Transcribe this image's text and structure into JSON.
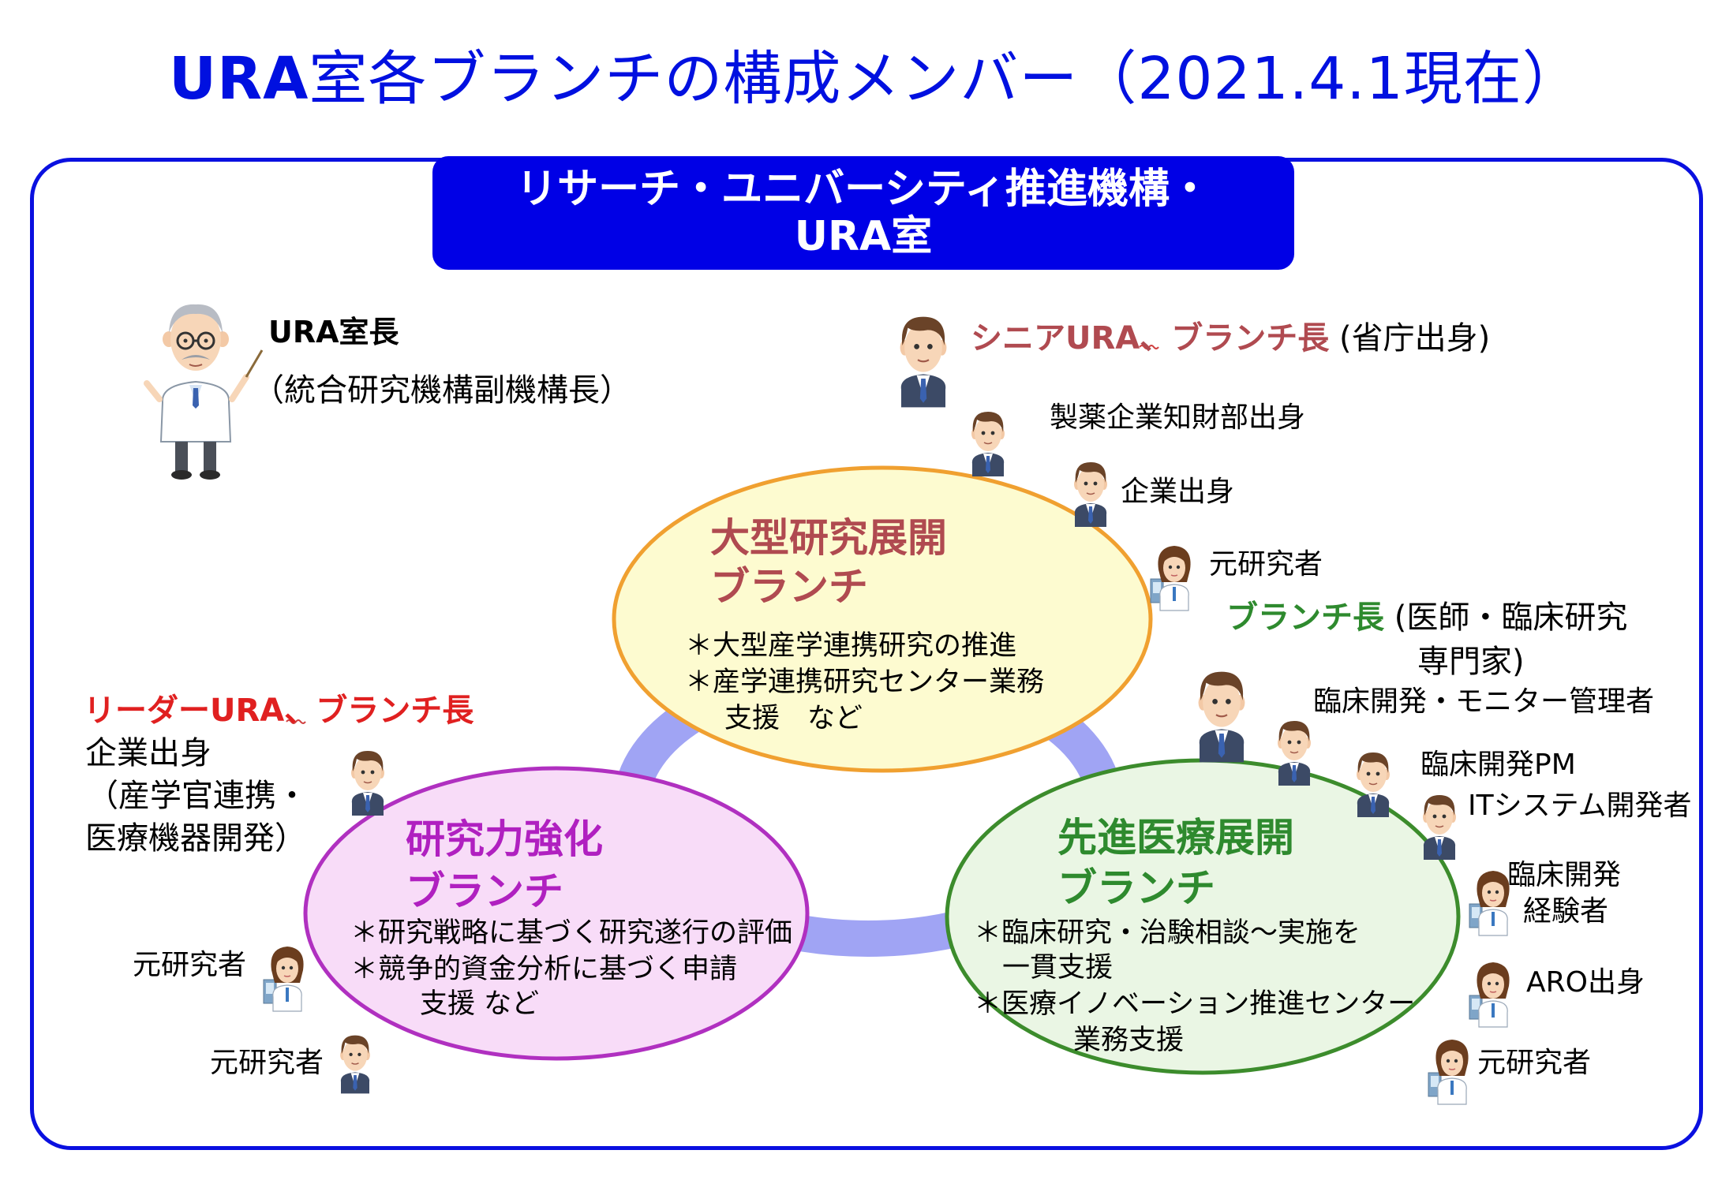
{
  "title": {
    "strong": "URA",
    "rest": "室各ブランチの構成メンバー（2021.4.1現在）"
  },
  "org": {
    "line1": "リサーチ・ユニバーシティ推進機構・",
    "line2": "URA室"
  },
  "head": {
    "title": "URA室長",
    "subtitle": "（統合研究機構副機構長）"
  },
  "branches": {
    "large": {
      "title1": "大型研究展開",
      "title2": "ブランチ",
      "desc1": "＊大型産学連携研究の推進",
      "desc2": "＊産学連携研究センター業務",
      "desc3": "支援　など"
    },
    "research": {
      "title1": "研究力強化",
      "title2": "ブランチ",
      "desc1": "＊研究戦略に基づく研究遂行の評価",
      "desc2": "＊競争的資金分析に基づく申請",
      "desc3": "支援 など"
    },
    "medical": {
      "title1": "先進医療展開",
      "title2": "ブランチ",
      "desc1": "＊臨床研究・治験相談～実施を",
      "desc2": "一貫支援",
      "desc3": "＊医療イノベーション推進センター",
      "desc4": "業務支援"
    }
  },
  "members": {
    "large_head_role": "シニアURA、ブランチ長",
    "large_head_origin": "(省庁出身)",
    "large_m1": "製薬企業知財部出身",
    "large_m2": "企業出身",
    "large_m3": "元研究者",
    "medical_head_role": "ブランチ長",
    "medical_head_origin1": "(医師・臨床研究",
    "medical_head_origin2": "専門家)",
    "medical_m1": "臨床開発・モニター管理者",
    "medical_m2": "臨床開発PM",
    "medical_m3": "ITシステム開発者",
    "medical_m4a": "臨床開発",
    "medical_m4b": "経験者",
    "medical_m5": "ARO出身",
    "medical_m6": "元研究者",
    "research_head_role": "リーダーURA、ブランチ長",
    "research_head_l1": "企業出身",
    "research_head_l2": "（産学官連携・",
    "research_head_l3": "医療機器開発）",
    "research_m1": "元研究者",
    "research_m2": "元研究者"
  },
  "colors": {
    "title_blue": "#0010e0",
    "banner": "#0000e6",
    "large_border": "#f0a030",
    "large_fill": "#fdfbd0",
    "large_text": "#b04a50",
    "research_border": "#b030c0",
    "research_fill": "#f8dcf8",
    "research_text": "#b020c0",
    "medical_border": "#3c8c2c",
    "medical_fill": "#eaf6e4",
    "medical_text": "#2e8a2e",
    "senior_red": "#b04a50",
    "leader_red": "#e02020",
    "ring": "#a0a4f4"
  },
  "icons": [
    "professor-icon",
    "male-staff-icon",
    "female-researcher-icon"
  ]
}
